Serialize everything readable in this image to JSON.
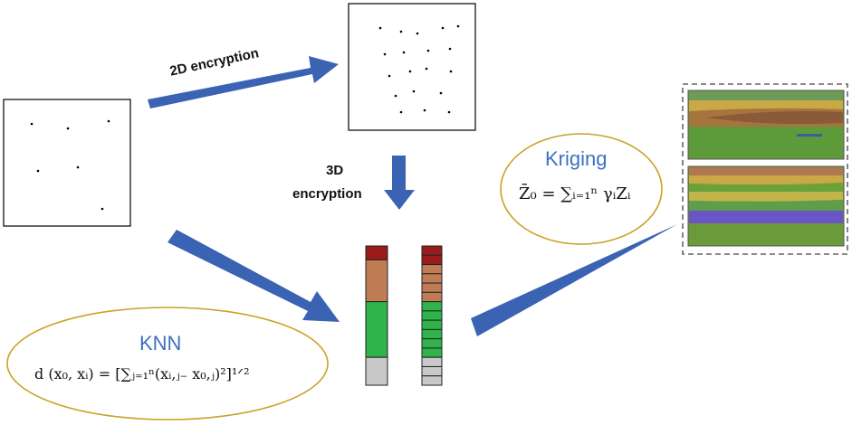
{
  "labels": {
    "encrypt_2d": "2D encryption",
    "encrypt_3d_line1": "3D",
    "encrypt_3d_line2": "encryption"
  },
  "knn": {
    "title": "KNN",
    "formula": "d (x₀, xᵢ)  = [∑ⱼ₌₁ⁿ(xᵢ,ⱼ₋ x₀,ⱼ)²]¹ᐟ²"
  },
  "kriging": {
    "title": "Kriging",
    "formula": "Z̄₀ = ∑ᵢ₌₁ⁿ γᵢZᵢ"
  },
  "colors": {
    "arrow": "#3a63b3",
    "ellipse_border": "#c9a227",
    "title_blue": "#3d6fc4",
    "dark_red": "#9b1b1b",
    "orange_brown": "#c07c55",
    "green": "#2fb34a",
    "gray": "#c8c8c8"
  },
  "columns": {
    "left": [
      {
        "color": "#9b1b1b",
        "units": 1
      },
      {
        "color": "#c07c55",
        "units": 3
      },
      {
        "color": "#2fb34a",
        "units": 4
      },
      {
        "color": "#c8c8c8",
        "units": 2
      }
    ],
    "right_cells": [
      "#9b1b1b",
      "#9b1b1b",
      "#c07c55",
      "#c07c55",
      "#c07c55",
      "#c07c55",
      "#2fb34a",
      "#2fb34a",
      "#2fb34a",
      "#2fb34a",
      "#2fb34a",
      "#2fb34a",
      "#c8c8c8",
      "#c8c8c8",
      "#c8c8c8"
    ]
  }
}
